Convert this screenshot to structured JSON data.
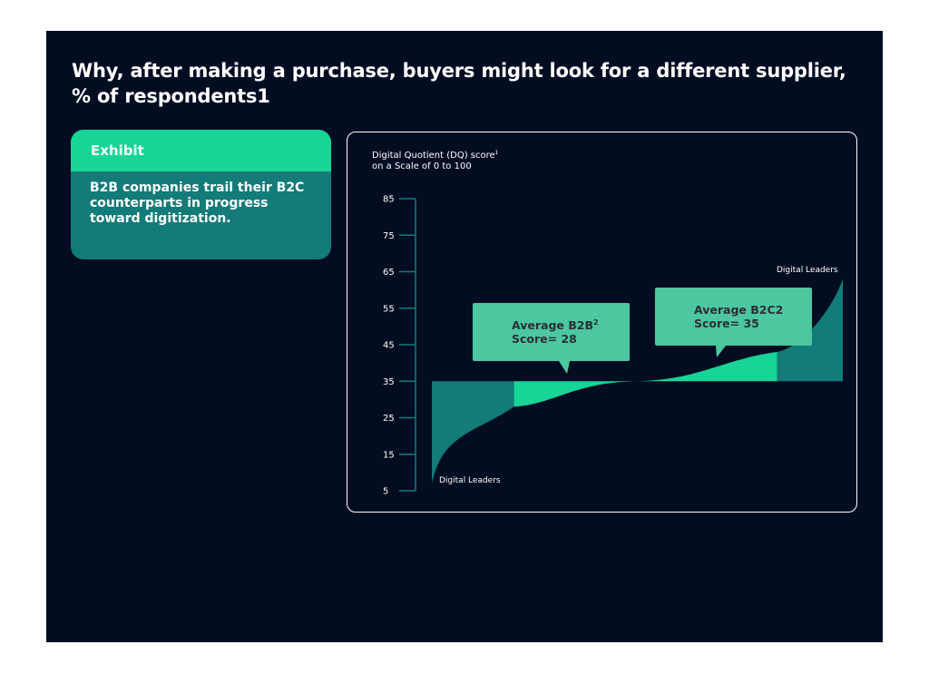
{
  "title": "Why, after making a purchase, buyers might look for a different supplier, % of respondents1",
  "card": {
    "header": "Exhibit",
    "body": "B2B companies trail their B2C counterparts in progress toward digitization."
  },
  "colors": {
    "background": "#020d22",
    "accent_green": "#17d596",
    "teal": "#137b78",
    "callout": "#4cc7a0"
  },
  "chart_data": {
    "type": "area",
    "ylabel_line1": "Digital Quotient (DQ) score",
    "ylabel_sup": "1",
    "ylabel_line2": "on a Scale of 0 to 100",
    "yticks": [
      85,
      75,
      65,
      55,
      45,
      35,
      25,
      15,
      5
    ],
    "ylim": [
      5,
      85
    ],
    "baseline": 35,
    "curve": [
      {
        "x": 0,
        "y": 7
      },
      {
        "x": 0.2,
        "y": 28
      },
      {
        "x": 0.5,
        "y": 35
      },
      {
        "x": 0.84,
        "y": 43
      },
      {
        "x": 1,
        "y": 63
      }
    ],
    "label_low": "Digital Leaders",
    "label_high": "Digital Leaders",
    "callouts": [
      {
        "line1": "Average B2B",
        "sup": "2",
        "line2": "Score= 28",
        "value": 28
      },
      {
        "line1": "Average B2C2",
        "line2": "Score= 35",
        "value": 35
      }
    ]
  }
}
